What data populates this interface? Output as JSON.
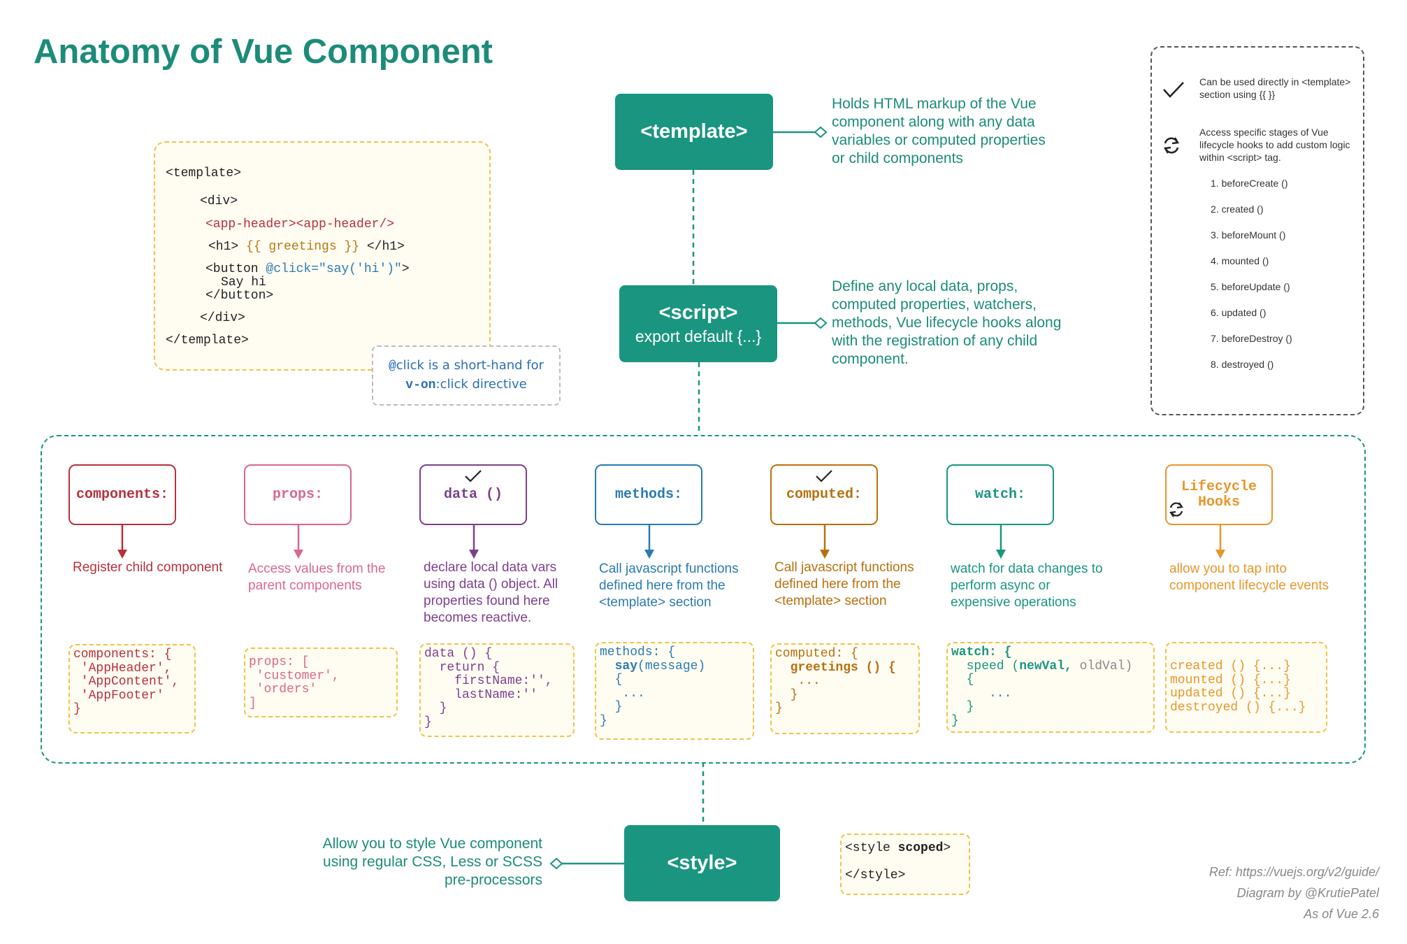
{
  "title": "Anatomy of Vue Component",
  "colors": {
    "teal": "#1a9580",
    "components": "#b7313d",
    "props": "#d9688a",
    "data": "#7d3f8f",
    "methods": "#2a7bb0",
    "computed": "#b8700f",
    "watch": "#1a9580",
    "lifecycle": "#e8962a",
    "code_border": "#f0c24a"
  },
  "template_box": {
    "label": "<template>",
    "description": "Holds HTML markup of the Vue component  along with any data variables or computed properties or child components"
  },
  "script_box": {
    "label": "<script>",
    "sublabel": "export default {...}",
    "description": "Define any local data, props, computed properties, watchers, methods, Vue lifecycle hooks along with the registration of any child component."
  },
  "style_box": {
    "label": "<style>",
    "description": "Allow you to style Vue component using regular CSS, Less or SCSS pre-processors",
    "code_open": "<style ",
    "code_scoped": "scoped",
    "code_open_end": ">",
    "code_close": "</style>"
  },
  "template_code": {
    "open": "<template>",
    "div_open": "<div>",
    "app_header": "<app-header><app-header/>",
    "h1_open": "<h1> ",
    "h1_expr": "{{ greetings }}",
    "h1_close": " </h1>",
    "button_open": "<button ",
    "button_attr": "@click=\"say('hi')\"",
    "button_end": ">",
    "button_text": "Say hi",
    "button_close": "</button>",
    "div_close": "</div>",
    "close": "</template>"
  },
  "click_note": {
    "line1_prefix": "@",
    "line1_rest": "click is a short-hand for",
    "line2_code": "v-on",
    "line2_rest": ":click directive"
  },
  "legend": {
    "check_text": "Can be used directly in <template> section using {{ }}",
    "refresh_text": "Access specific stages of Vue lifecycle hooks to add custom logic within <script> tag.",
    "hooks": [
      "1. beforeCreate ()",
      "2. created ()",
      "3. beforeMount ()",
      "4. mounted ()",
      "5. beforeUpdate ()",
      "6. updated ()",
      "7. beforeDestroy ()",
      "8. destroyed ()"
    ]
  },
  "options": {
    "components": {
      "label": "components:",
      "description": "Register child component",
      "code": "components: {\n 'AppHeader',\n 'AppContent',\n 'AppFooter'\n}"
    },
    "props": {
      "label": "props:",
      "description": "Access values from the parent components",
      "code": "props: [\n 'customer',\n 'orders'\n]"
    },
    "data": {
      "label": "data ()",
      "description": "declare local data vars using data () object. All properties found here becomes reactive.",
      "code": "data () {\n  return {\n    firstName:'',\n    lastName:''\n  }\n}"
    },
    "methods": {
      "label": "methods:",
      "description": "Call javascript functions defined here from the <template> section",
      "code_l1": "methods: {",
      "code_fn": "say",
      "code_args": "(message)",
      "code_rest": "  {\n   ...\n  }\n}"
    },
    "computed": {
      "label": "computed:",
      "description": "Call javascript functions defined here from the <template> section",
      "code_l1": "computed: {",
      "code_fn": "greetings () {",
      "code_rest": "   ...\n  }\n}"
    },
    "watch": {
      "label": "watch:",
      "description": "watch for data changes to perform async or expensive operations",
      "code_l1": "watch: {",
      "code_l2a": "  speed (",
      "code_l2b": "newVal,",
      "code_l2c": " oldVal)",
      "code_rest": "  {\n     ...\n  }\n}"
    },
    "lifecycle": {
      "label_line1": "Lifecycle",
      "label_line2": "Hooks",
      "description": "allow you to tap into component lifecycle events",
      "code": "created () {...}\nmounted () {...}\nupdated () {...}\ndestroyed () {...}"
    }
  },
  "footer": {
    "ref": "Ref: https://vuejs.org/v2/guide/",
    "author": "Diagram by @KrutiePatel",
    "version": "As of Vue 2.6"
  }
}
